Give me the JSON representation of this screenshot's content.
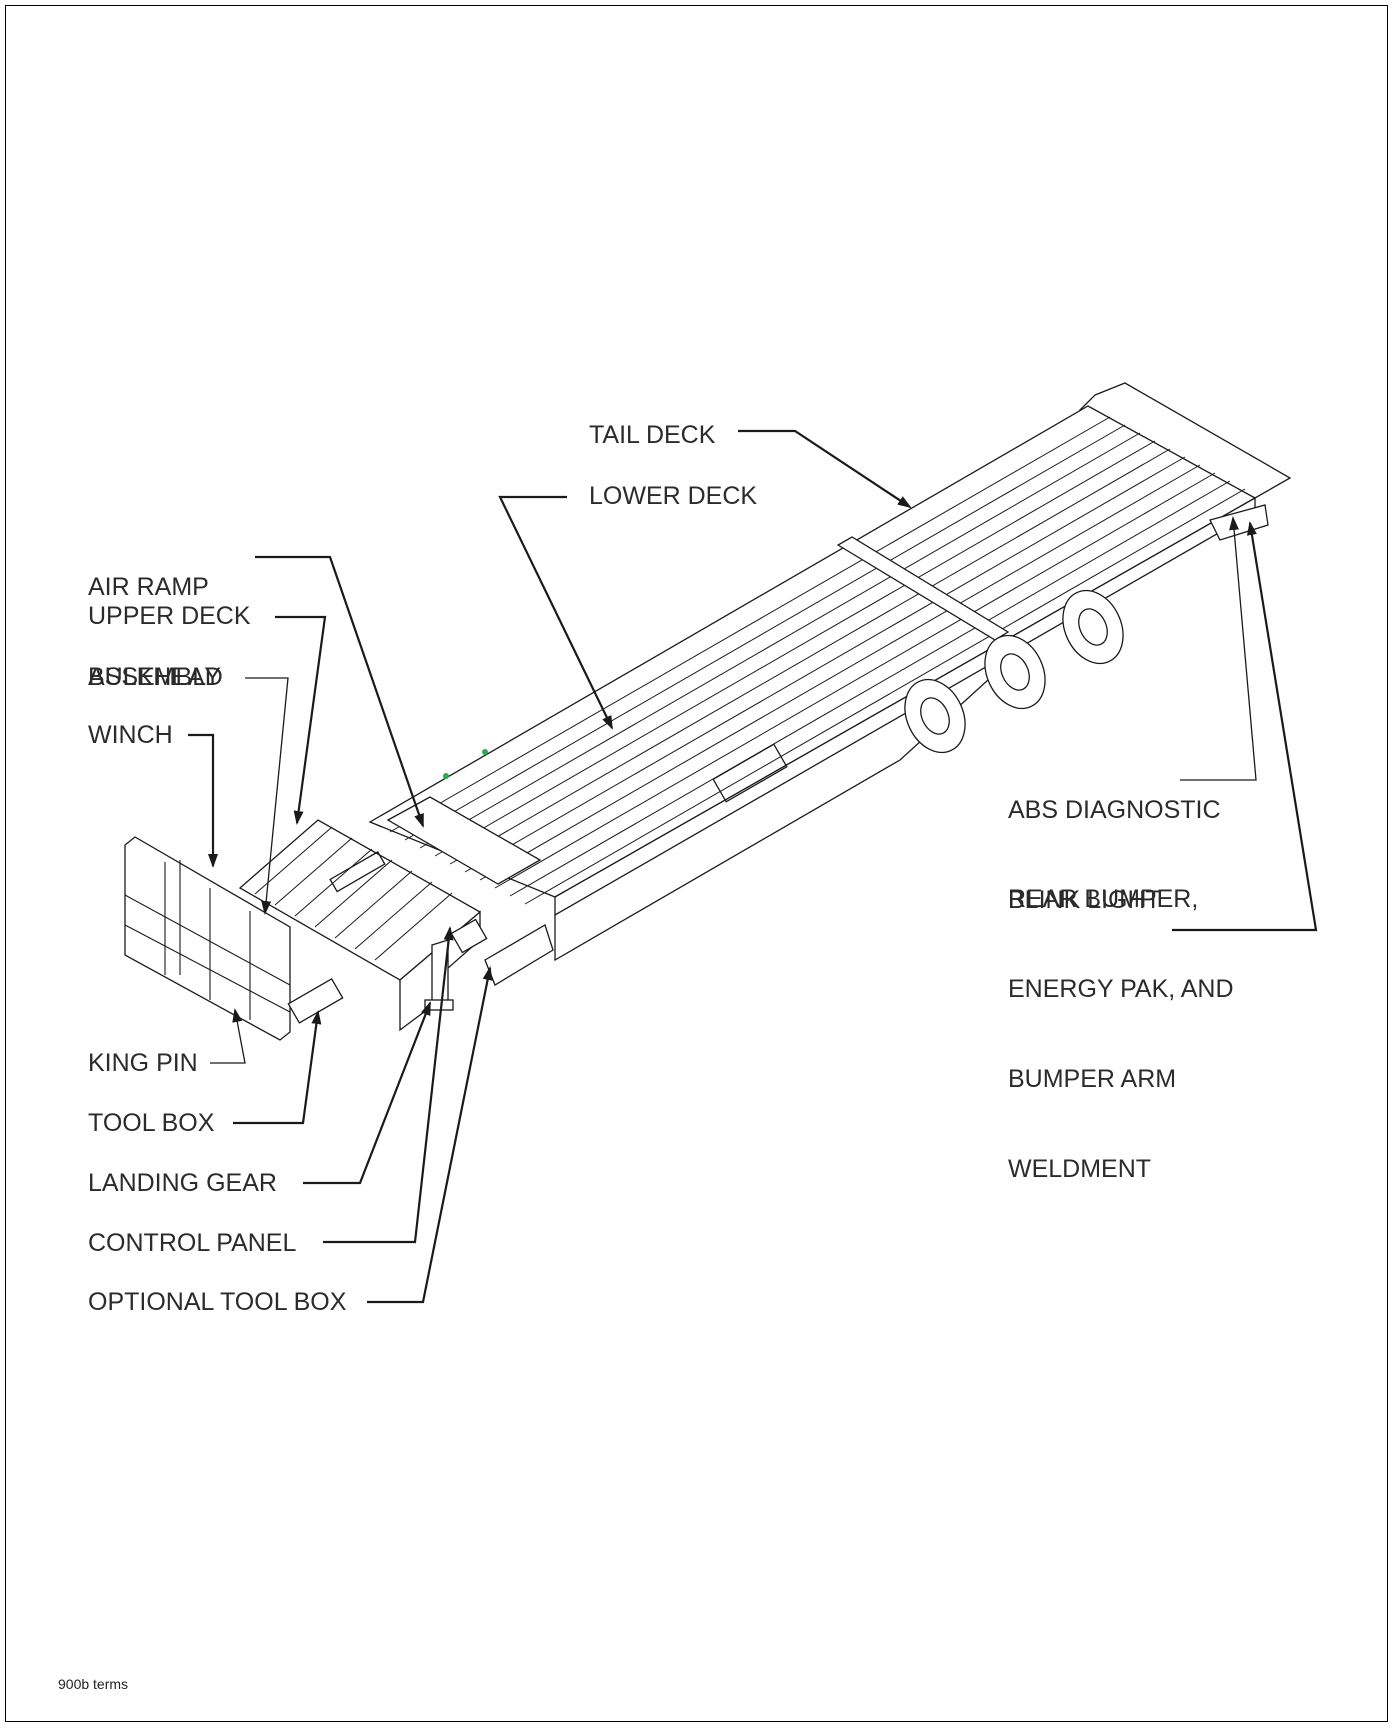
{
  "labels": {
    "tail_deck": "TAIL DECK",
    "lower_deck": "LOWER DECK",
    "air_ramp_line1": "AIR RAMP",
    "air_ramp_line2": "ASSEMBLY",
    "upper_deck": "UPPER DECK",
    "bulkhead": "BULKHEAD",
    "winch": "WINCH",
    "abs_line1": "ABS DIAGNOSTIC",
    "abs_line2": "BLINK LIGHT",
    "rear_bumper_line1": "REAR BUMPER,",
    "rear_bumper_line2": "ENERGY PAK, AND",
    "rear_bumper_line3": "BUMPER ARM",
    "rear_bumper_line4": "WELDMENT",
    "king_pin": "KING PIN",
    "tool_box": "TOOL BOX",
    "landing_gear": "LANDING GEAR",
    "control_panel": "CONTROL PANEL",
    "optional_tool_box": "OPTIONAL TOOL BOX"
  },
  "footer": {
    "text": "900b terms"
  },
  "colors": {
    "line": "#1a1a1a",
    "text": "#2b2b2b",
    "accent": "#2fa84f"
  }
}
